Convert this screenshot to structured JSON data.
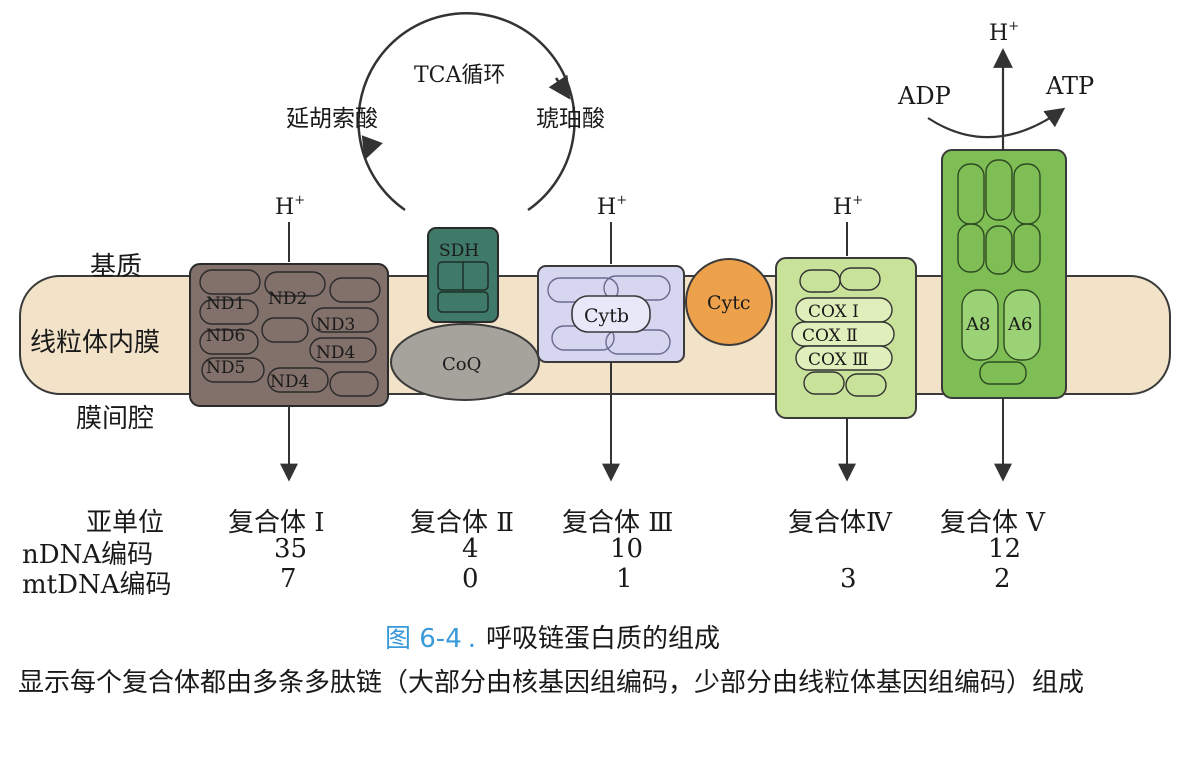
{
  "diagram": {
    "labels": {
      "matrix": "基质",
      "inner_membrane": "线粒体内膜",
      "intermembrane": "膜间腔",
      "tca_cycle": "TCA循环",
      "fumarate": "延胡索酸",
      "succinate": "琥珀酸",
      "proton": "H",
      "proton_sup": "+",
      "adp": "ADP",
      "atp": "ATP"
    },
    "complex1": {
      "subunits": [
        "ND1",
        "ND2",
        "ND6",
        "ND3",
        "ND4",
        "ND5",
        "ND4"
      ]
    },
    "complex2": {
      "sdh": "SDH",
      "coq": "CoQ"
    },
    "complex3": {
      "cytb": "Cytb",
      "cytc": "Cytc"
    },
    "complex4": {
      "cox": [
        "COX Ⅰ",
        "COX Ⅱ",
        "COX Ⅲ"
      ]
    },
    "complex5": {
      "a8": "A8",
      "a6": "A6"
    },
    "colors": {
      "membrane": "#f1e2c8",
      "complex1": "#82706a",
      "complex2_sdh": "#3f7a68",
      "coq": "#a6a29c",
      "complex3": "#d6d6f0",
      "cytc": "#eda14b",
      "complex4": "#c9e29a",
      "complex5": "#7fbe55",
      "caption_accent": "#3a9ad9"
    }
  },
  "table": {
    "row_labels": [
      "亚单位",
      "nDNA编码",
      "mtDNA编码"
    ],
    "complexes": [
      {
        "name": "复合体 Ⅰ",
        "ndna": "35",
        "mtdna": "7"
      },
      {
        "name": "复合体 Ⅱ",
        "ndna": "4",
        "mtdna": "0"
      },
      {
        "name": "复合体 Ⅲ",
        "ndna": "10",
        "mtdna": "1"
      },
      {
        "name": "复合体Ⅳ",
        "ndna": "",
        "mtdna": "3"
      },
      {
        "name": "复合体 Ⅴ",
        "ndna": "12",
        "mtdna": "2"
      }
    ]
  },
  "caption": {
    "figure_number": "图 6-4",
    "title": "呼吸链蛋白质的组成",
    "description": "显示每个复合体都由多条多肽链（大部分由核基因组编码，少部分由线粒体基因组编码）组成"
  }
}
